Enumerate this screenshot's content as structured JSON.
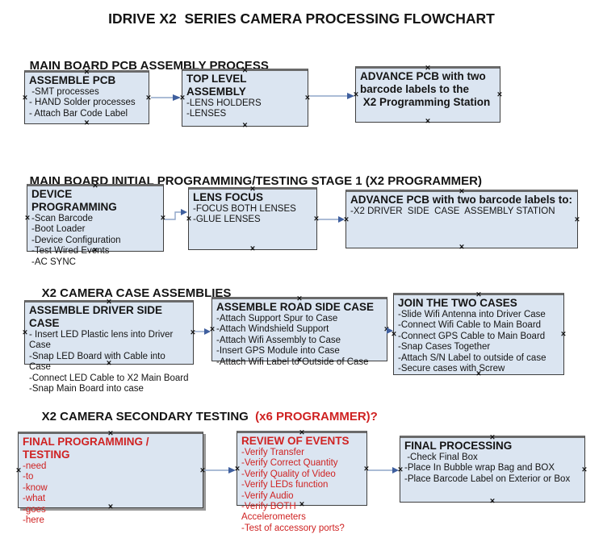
{
  "page_title": "IDRIVE X2  SERIES CAMERA PROCESSING FLOWCHART",
  "colors": {
    "box_fill": "#dbe5f1",
    "box_border": "#3f3f3f",
    "arrow_line": "#8fa6c9",
    "arrow_head": "#3f5f9e",
    "red": "#cf2222",
    "text": "#141414"
  },
  "sections": [
    {
      "heading": "MAIN BOARD PCB ASSEMBLY PROCESS",
      "heading_accent": "",
      "boxes": [
        {
          "title": "ASSEMBLE PCB",
          "lines": [
            " -SMT processes",
            "- HAND Solder processes",
            "- Attach Bar Code Label"
          ]
        },
        {
          "title": "TOP LEVEL ASSEMBLY",
          "lines": [
            "-LENS HOLDERS",
            "-LENSES"
          ]
        },
        {
          "title": "ADVANCE PCB with two barcode labels to the\n X2 Programming Station",
          "lines": []
        }
      ]
    },
    {
      "heading": "MAIN BOARD INITIAL PROGRAMMING/TESTING STAGE 1 (X2 PROGRAMMER)",
      "heading_accent": "",
      "boxes": [
        {
          "title": "DEVICE PROGRAMMING",
          "lines": [
            "-Scan Barcode",
            "-Boot Loader",
            "-Device Configuration",
            "-Test Wired Events",
            "-AC SYNC"
          ]
        },
        {
          "title": "LENS FOCUS",
          "lines": [
            "-FOCUS BOTH LENSES",
            "-GLUE LENSES"
          ]
        },
        {
          "title": "ADVANCE PCB with two barcode labels to:",
          "lines": [
            "-X2 DRIVER  SIDE  CASE  ASSEMBLY STATION"
          ]
        }
      ]
    },
    {
      "heading": "X2 CAMERA CASE ASSEMBLIES",
      "heading_accent": "",
      "boxes": [
        {
          "title": "ASSEMBLE DRIVER SIDE CASE",
          "lines": [
            "- Insert LED Plastic lens into Driver Case",
            "-Snap LED Board with Cable into Case",
            "-Connect LED Cable to X2 Main Board",
            "-Snap Main Board into case"
          ]
        },
        {
          "title": "ASSEMBLE ROAD SIDE CASE",
          "lines": [
            "-Attach Support Spur to Case",
            "-Attach Windshield Support",
            "-Attach Wifi Assembly to Case",
            "-Insert GPS Module into Case",
            "-Attach Wifi Label to Outside of Case"
          ]
        },
        {
          "title": "JOIN THE TWO CASES",
          "lines": [
            "-Slide Wifi Antenna into Driver Case",
            "-Connect Wifi Cable to Main Board",
            "-Connect GPS Cable to Main Board",
            "-Snap Cases Together",
            "-Attach S/N Label to outside of case",
            "-Secure cases with Screw"
          ]
        }
      ]
    },
    {
      "heading": "X2 CAMERA SECONDARY TESTING  ",
      "heading_accent": "(x6 PROGRAMMER)?",
      "boxes": [
        {
          "title": "FINAL PROGRAMMING / TESTING",
          "lines": [
            "-need",
            "-to",
            "-know",
            "-what",
            "-goes",
            "-here"
          ]
        },
        {
          "title": "REVIEW OF EVENTS",
          "lines": [
            "-Verify Transfer",
            "-Verify Correct Quantity",
            "-Verify Quality of Video",
            "-Verify LEDs function",
            "-Verify Audio",
            "-Verify BOTH Accelerometers",
            "-Test of accessory ports?"
          ]
        },
        {
          "title": "FINAL PROCESSING",
          "lines": [
            " -Check Final Box",
            "-Place In Bubble wrap Bag and BOX",
            "-Place Barcode Label on Exterior or Box"
          ]
        }
      ]
    }
  ]
}
